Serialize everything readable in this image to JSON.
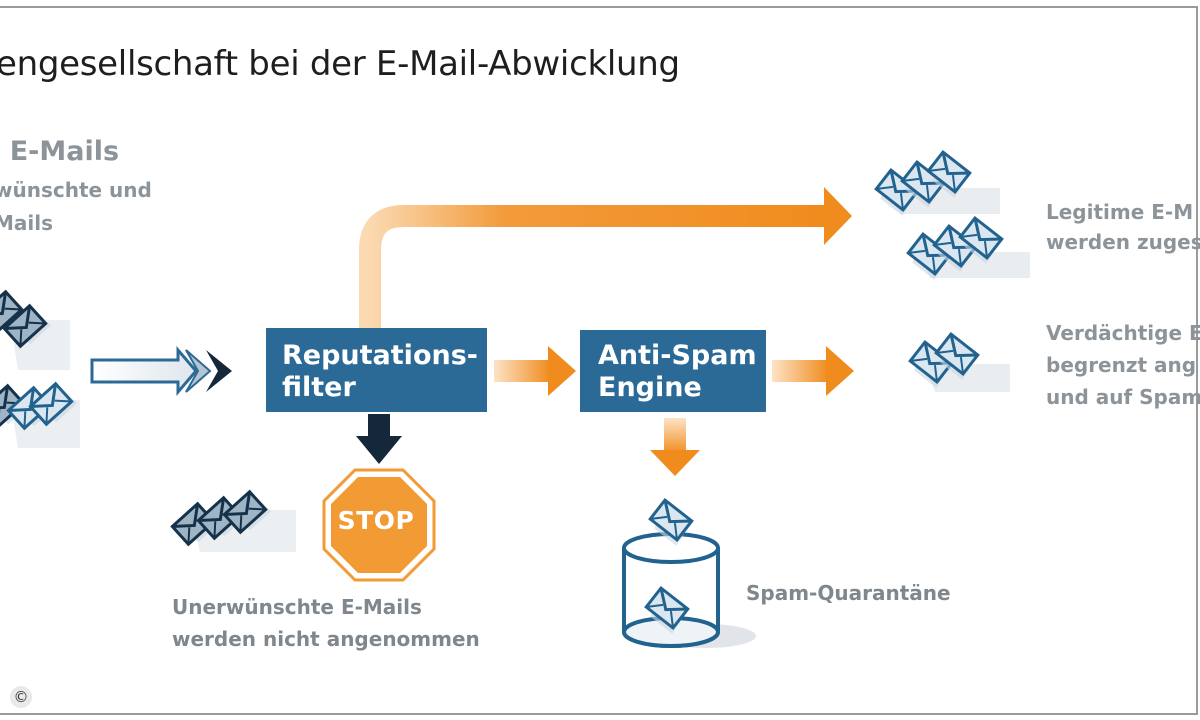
{
  "title": "engesellschaft bei der E-Mail-Abwicklung",
  "incoming": {
    "heading": "e E-Mails",
    "line1": "wünschte und",
    "line2": "Mails"
  },
  "filters": {
    "reputation_line1": "Reputations-",
    "reputation_line2": "filter",
    "antispam_line1": "Anti-Spam",
    "antispam_line2": "Engine"
  },
  "stop_sign": {
    "label": "STOP"
  },
  "rejected": {
    "line1": "Unerwünschte E-Mails",
    "line2": "werden nicht angenommen"
  },
  "quarantine": {
    "label": "Spam-Quarantäne"
  },
  "legitimate": {
    "line1": "Legitime E-M",
    "line2": "werden zuges"
  },
  "suspicious": {
    "line1": "Verdächtige E",
    "line2": "begrenzt ang",
    "line3": "und auf Spam"
  },
  "copyright": {
    "symbol": "©"
  },
  "colors": {
    "box_blue": "#2b6a96",
    "envelope_blue": "#21628f",
    "envelope_dark": "#16324a",
    "arrow_orange": "#f08c1e",
    "arrow_light": "#fbd6a8",
    "stop_orange": "#f29a33",
    "gray_text": "#8d9499"
  },
  "icons": [
    "envelope-stack-icon",
    "stop-sign-icon",
    "quarantine-bin-icon",
    "arrow-icon"
  ]
}
